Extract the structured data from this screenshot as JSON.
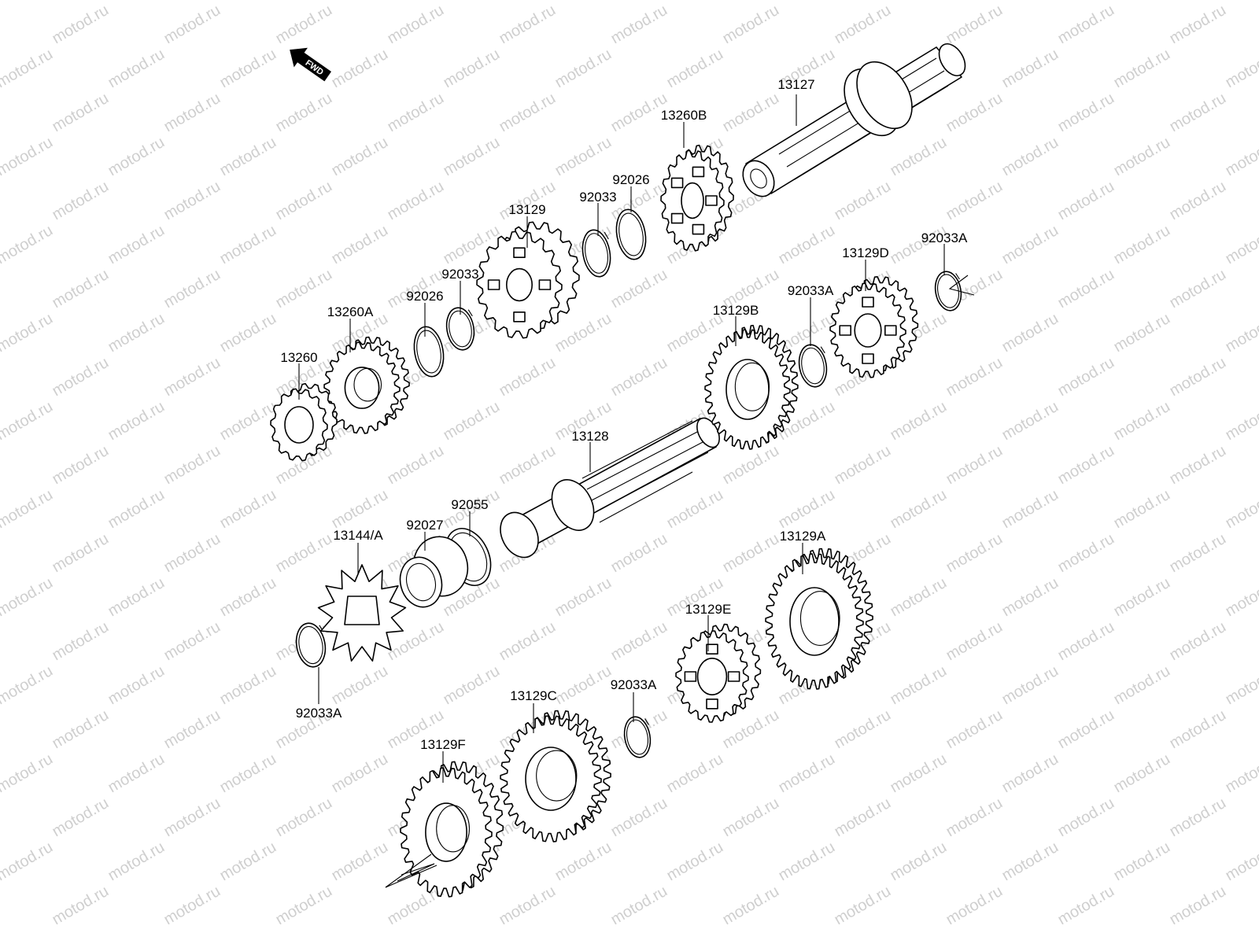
{
  "watermark": "motod.ru",
  "fwd_label": "FWD",
  "labels": {
    "p13127": "13127",
    "p13260B": "13260B",
    "p92026_top": "92026",
    "p92033_top": "92033",
    "p13129": "13129",
    "p92033_mid": "92033",
    "p92026_mid": "92026",
    "p13260A": "13260A",
    "p13260": "13260",
    "p92033A_tr": "92033A",
    "p13129D": "13129D",
    "p92033A_r": "92033A",
    "p13129B": "13129B",
    "p13128": "13128",
    "p92055": "92055",
    "p92027": "92027",
    "p13144A": "13144/A",
    "p92033A_l": "92033A",
    "p13129A": "13129A",
    "p13129E": "13129E",
    "p92033A_b": "92033A",
    "p13129C": "13129C",
    "p13129F": "13129F"
  }
}
